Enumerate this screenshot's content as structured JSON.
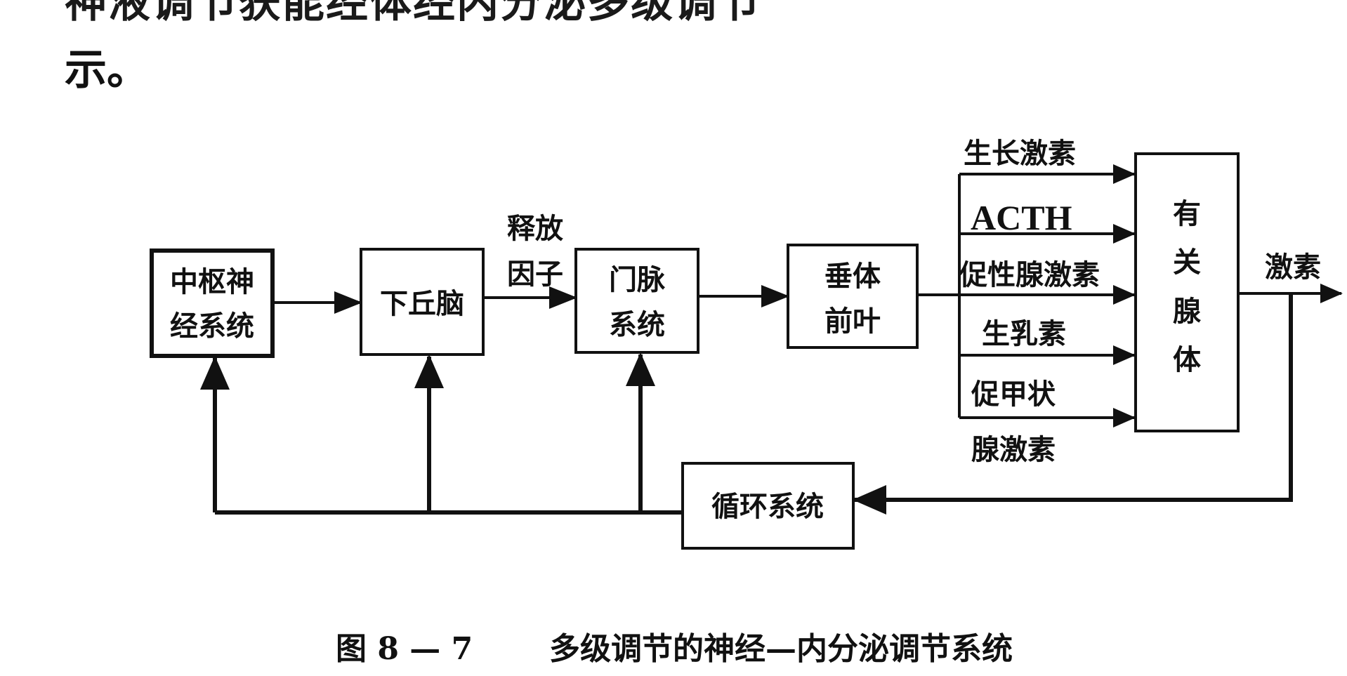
{
  "text": {
    "line1": "神液调节获能经体经内分泌多级调节",
    "line2": "示。"
  },
  "diagram": {
    "nodes": {
      "cns_line1": "中枢神",
      "cns_line2": "经系统",
      "hypothalamus": "下丘脑",
      "portal_line1": "门脉",
      "portal_line2": "系统",
      "pituitary_line1": "垂体",
      "pituitary_line2": "前叶",
      "glands_c1": "有",
      "glands_c2": "关",
      "glands_c3": "腺",
      "glands_c4": "体",
      "circulation": "循环系统"
    },
    "edge_labels": {
      "release_line1": "释放",
      "release_line2": "因子",
      "growth_hormone": "生长激素",
      "acth": "ACTH",
      "gonadotropin": "促性腺激素",
      "prolactin": "生乳素",
      "tsh_line1": "促甲状",
      "tsh_line2": "腺激素",
      "hormone_out": "激素"
    }
  },
  "caption": {
    "figure_number": "图 8 — 7",
    "title": "多级调节的神经—内分泌调节系统"
  }
}
